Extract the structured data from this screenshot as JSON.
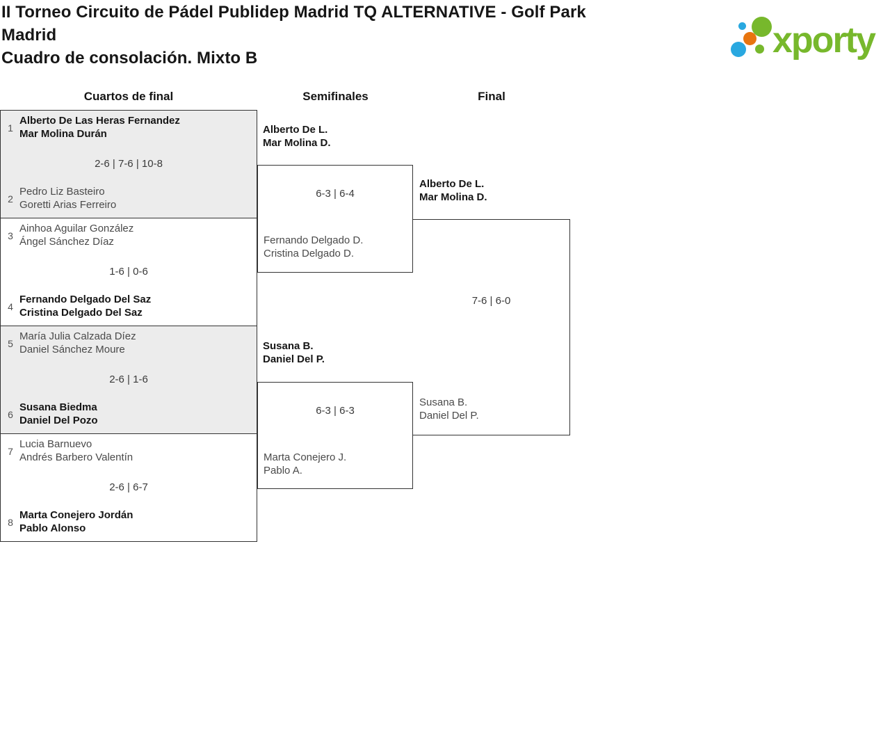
{
  "header": {
    "title": "II Torneo Circuito de Pádel Publidep Madrid TQ ALTERNATIVE - Golf Park Madrid",
    "subtitle": "Cuadro de consolación. Mixto B",
    "logo_text": "xporty"
  },
  "colors": {
    "brand_green": "#77b82c",
    "brand_blue": "#29a8e0",
    "brand_orange": "#e8750f",
    "match_gray_bg": "#ececec",
    "border": "#333333"
  },
  "bracket": {
    "columns": [
      "Cuartos de final",
      "Semifinales",
      "Final"
    ],
    "quarterfinals": [
      {
        "top": {
          "seed": "1",
          "names": [
            "Alberto De Las Heras Fernandez",
            "Mar Molina Durán"
          ],
          "winner": true
        },
        "score": "2-6 | 7-6 | 10-8",
        "bottom": {
          "seed": "2",
          "names": [
            "Pedro Liz Basteiro",
            "Goretti Arias Ferreiro"
          ],
          "winner": false
        }
      },
      {
        "top": {
          "seed": "3",
          "names": [
            "Ainhoa Aguilar González",
            "Ángel Sánchez Díaz"
          ],
          "winner": false
        },
        "score": "1-6 | 0-6",
        "bottom": {
          "seed": "4",
          "names": [
            "Fernando Delgado Del Saz",
            "Cristina Delgado Del Saz"
          ],
          "winner": true
        }
      },
      {
        "top": {
          "seed": "5",
          "names": [
            "María Julia Calzada Díez",
            "Daniel Sánchez Moure"
          ],
          "winner": false
        },
        "score": "2-6 | 1-6",
        "bottom": {
          "seed": "6",
          "names": [
            "Susana Biedma",
            "Daniel Del Pozo"
          ],
          "winner": true
        }
      },
      {
        "top": {
          "seed": "7",
          "names": [
            "Lucia Barnuevo",
            "Andrés Barbero Valentín"
          ],
          "winner": false
        },
        "score": "2-6 | 6-7",
        "bottom": {
          "seed": "8",
          "names": [
            "Marta Conejero Jordán",
            "Pablo Alonso"
          ],
          "winner": true
        }
      }
    ],
    "semifinals": [
      {
        "winner": [
          "Alberto De L.",
          "Mar Molina D."
        ],
        "score": "6-3 | 6-4",
        "loser": [
          "Fernando Delgado D.",
          "Cristina Delgado D."
        ]
      },
      {
        "winner": [
          "Susana B.",
          "Daniel Del P."
        ],
        "score": "6-3 | 6-3",
        "loser": [
          "Marta Conejero J.",
          "Pablo A."
        ]
      }
    ],
    "final": {
      "winner": [
        "Alberto De L.",
        "Mar Molina D."
      ],
      "score": "7-6 | 6-0",
      "loser": [
        "Susana B.",
        "Daniel Del P."
      ]
    }
  }
}
